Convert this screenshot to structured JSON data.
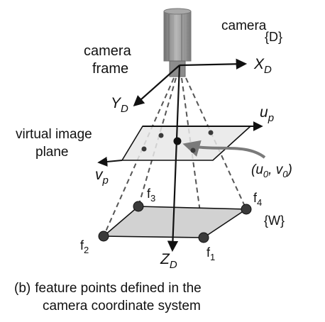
{
  "labels": {
    "camera": "camera",
    "frame_tag_d": "{D}",
    "camera_frame_line1": "camera",
    "camera_frame_line2": "frame",
    "x_axis_main": "X",
    "x_axis_sub": "D",
    "y_axis_main": "Y",
    "y_axis_sub": "D",
    "z_axis_main": "Z",
    "z_axis_sub": "D",
    "virtual_plane_line1": "virtual image",
    "virtual_plane_line2": "plane",
    "u_main": "u",
    "u_sub": "p",
    "v_main": "v",
    "v_sub": "p",
    "principal_point": "(u",
    "principal_u_sub": "0",
    "principal_mid": ", v",
    "principal_v_sub": "0",
    "principal_close": ")",
    "world_tag": "{W}",
    "f1": "f",
    "f1_sub": "1",
    "f2": "f",
    "f2_sub": "2",
    "f3": "f",
    "f3_sub": "3",
    "f4": "f",
    "f4_sub": "4"
  },
  "caption": {
    "tag": "(b)",
    "line1": "feature points defined in the",
    "line2": "camera coordinate system"
  },
  "colors": {
    "camera_body": "#8a8a8a",
    "plane_fill": "#e8e8e8",
    "world_plane_fill": "#d2d2d2",
    "point_fill": "#3a3a3a",
    "arrow_gray": "#7a7a7a"
  }
}
